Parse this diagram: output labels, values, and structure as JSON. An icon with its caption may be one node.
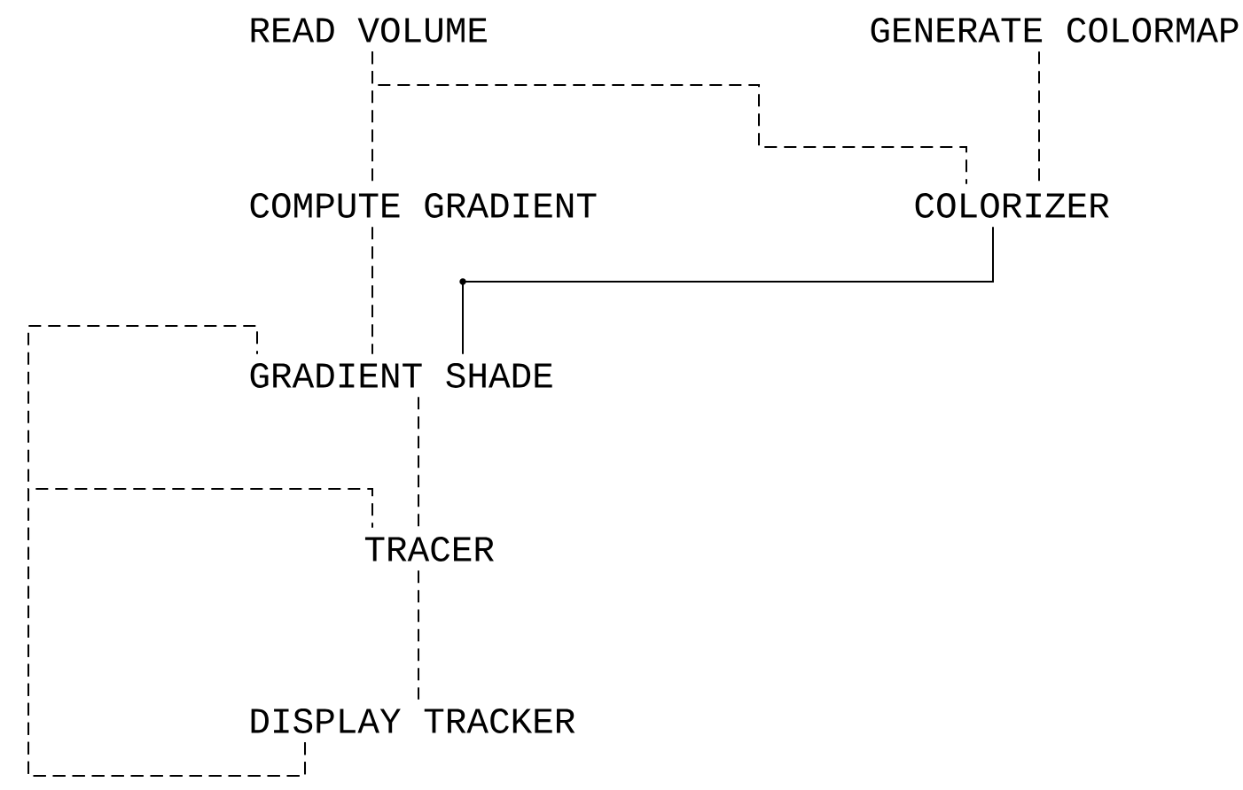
{
  "diagram": {
    "nodes": [
      {
        "text": [
          "READ VOLUME"
        ]
      },
      {
        "text": [
          "GENERATE COLORMAP"
        ]
      },
      {
        "text": [
          "COMPUTE GRADIENT"
        ]
      },
      {
        "text": [
          "COLORIZER"
        ]
      },
      {
        "text": [
          "GRADIENT SHADE"
        ]
      },
      {
        "text": [
          "TRACER"
        ]
      },
      {
        "text": [
          "DISPLAY TRACKER"
        ]
      }
    ],
    "edges": [
      {
        "from": 0,
        "to": 2,
        "arrow": "none",
        "style": "dashed"
      },
      {
        "from": 0,
        "to": 3,
        "arrow": "none",
        "style": "dashed"
      },
      {
        "from": 1,
        "to": 3,
        "arrow": "none",
        "style": "dashed"
      },
      {
        "from": 2,
        "to": 4,
        "arrow": "none",
        "style": "dashed"
      },
      {
        "from": 3,
        "to": 4,
        "arrow": "none"
      },
      {
        "from": 4,
        "to": 5,
        "arrow": "none",
        "style": "dashed"
      },
      {
        "from": 5,
        "to": 6,
        "arrow": "none",
        "style": "dashed"
      },
      {
        "from": 6,
        "to": 4,
        "arrow": "none",
        "style": "dashed"
      },
      {
        "from": 6,
        "to": 5,
        "arrow": "none",
        "style": "dashed"
      }
    ]
  }
}
